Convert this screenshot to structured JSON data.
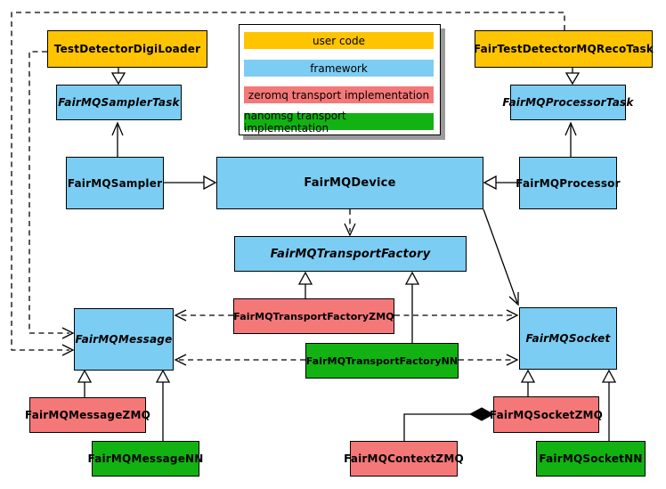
{
  "legend": {
    "items": [
      {
        "label": "user code",
        "color": "#FFC400"
      },
      {
        "label": "framework",
        "color": "#7CCDF3"
      },
      {
        "label": "zeromq transport implementation",
        "color": "#F57879"
      },
      {
        "label": "nanomsg transport implementation",
        "color": "#12B212"
      }
    ]
  },
  "nodes": {
    "test_detector_digi_loader": {
      "label": "TestDetectorDigiLoader",
      "color": "#FFC400"
    },
    "fair_test_detector_mq_reco_task": {
      "label": "FairTestDetectorMQRecoTask",
      "color": "#FFC400"
    },
    "fairmq_sampler_task": {
      "label": "FairMQSamplerTask",
      "color": "#7CCDF3"
    },
    "fairmq_processor_task": {
      "label": "FairMQProcessorTask",
      "color": "#7CCDF3"
    },
    "fairmq_sampler": {
      "label": "FairMQSampler",
      "color": "#7CCDF3"
    },
    "fairmq_device": {
      "label": "FairMQDevice",
      "color": "#7CCDF3"
    },
    "fairmq_processor": {
      "label": "FairMQProcessor",
      "color": "#7CCDF3"
    },
    "fairmq_transport_factory": {
      "label": "FairMQTransportFactory",
      "color": "#7CCDF3"
    },
    "fairmq_transport_factory_zmq": {
      "label": "FairMQTransportFactoryZMQ",
      "color": "#F57879"
    },
    "fairmq_transport_factory_nn": {
      "label": "FairMQTransportFactoryNN",
      "color": "#12B212"
    },
    "fairmq_message": {
      "label": "FairMQMessage",
      "color": "#7CCDF3"
    },
    "fairmq_socket": {
      "label": "FairMQSocket",
      "color": "#7CCDF3"
    },
    "fairmq_message_zmq": {
      "label": "FairMQMessageZMQ",
      "color": "#F57879"
    },
    "fairmq_message_nn": {
      "label": "FairMQMessageNN",
      "color": "#12B212"
    },
    "fairmq_context_zmq": {
      "label": "FairMQContextZMQ",
      "color": "#F57879"
    },
    "fairmq_socket_zmq": {
      "label": "FairMQSocketZMQ",
      "color": "#F57879"
    },
    "fairmq_socket_nn": {
      "label": "FairMQSocketNN",
      "color": "#12B212"
    }
  },
  "edges": [
    {
      "from": "TestDetectorDigiLoader",
      "to": "FairMQSamplerTask",
      "type": "inheritance"
    },
    {
      "from": "FairTestDetectorMQRecoTask",
      "to": "FairMQProcessorTask",
      "type": "inheritance"
    },
    {
      "from": "FairMQSampler",
      "to": "FairMQSamplerTask",
      "type": "association"
    },
    {
      "from": "FairMQProcessor",
      "to": "FairMQProcessorTask",
      "type": "association"
    },
    {
      "from": "FairMQSampler",
      "to": "FairMQDevice",
      "type": "inheritance"
    },
    {
      "from": "FairMQProcessor",
      "to": "FairMQDevice",
      "type": "inheritance"
    },
    {
      "from": "FairMQDevice",
      "to": "FairMQTransportFactory",
      "type": "dashed-dependency"
    },
    {
      "from": "FairMQDevice",
      "to": "FairMQSocket",
      "type": "association"
    },
    {
      "from": "FairMQTransportFactoryZMQ",
      "to": "FairMQTransportFactory",
      "type": "inheritance"
    },
    {
      "from": "FairMQTransportFactoryNN",
      "to": "FairMQTransportFactory",
      "type": "inheritance"
    },
    {
      "from": "FairMQTransportFactoryZMQ",
      "to": "FairMQMessage",
      "type": "dashed-dependency"
    },
    {
      "from": "FairMQTransportFactoryNN",
      "to": "FairMQMessage",
      "type": "dashed-dependency"
    },
    {
      "from": "FairMQTransportFactoryZMQ",
      "to": "FairMQSocket",
      "type": "dashed-dependency"
    },
    {
      "from": "FairMQTransportFactoryNN",
      "to": "FairMQSocket",
      "type": "dashed-dependency"
    },
    {
      "from": "TestDetectorDigiLoader",
      "to": "FairMQMessage",
      "type": "dashed-dependency"
    },
    {
      "from": "FairTestDetectorMQRecoTask",
      "to": "FairMQMessage",
      "type": "dashed-dependency"
    },
    {
      "from": "FairMQMessageZMQ",
      "to": "FairMQMessage",
      "type": "inheritance"
    },
    {
      "from": "FairMQMessageNN",
      "to": "FairMQMessage",
      "type": "inheritance"
    },
    {
      "from": "FairMQSocketZMQ",
      "to": "FairMQSocket",
      "type": "inheritance"
    },
    {
      "from": "FairMQSocketNN",
      "to": "FairMQSocket",
      "type": "inheritance"
    },
    {
      "from": "FairMQContextZMQ",
      "to": "FairMQSocketZMQ",
      "type": "composition"
    }
  ]
}
